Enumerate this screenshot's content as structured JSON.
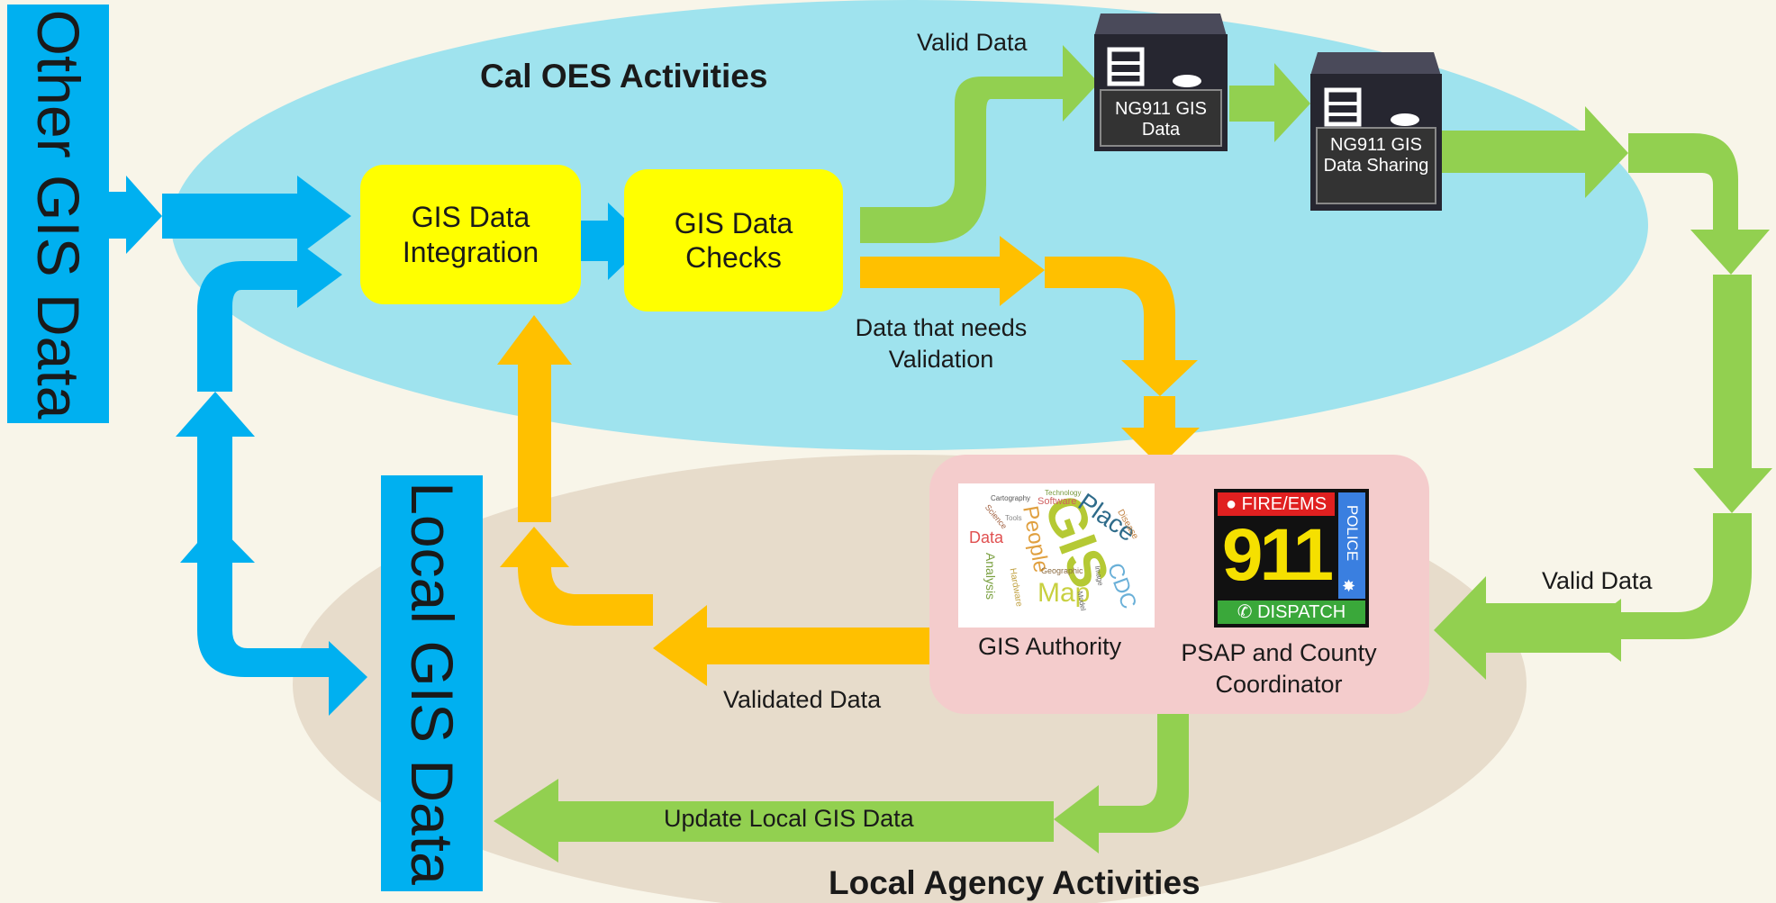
{
  "labels": {
    "other_gis": "Other GIS Data",
    "local_gis": "Local GIS Data",
    "cal_oes": "Cal OES Activities",
    "local_agency": "Local Agency Activities",
    "integration": "GIS Data Integration",
    "checks": "GIS Data Checks",
    "valid_data_top": "Valid Data",
    "needs_validation": "Data that needs Validation",
    "ng911_data": "NG911 GIS Data",
    "ng911_sharing": "NG911 GIS Data Sharing",
    "valid_data_right": "Valid Data",
    "validated_data": "Validated Data",
    "gis_authority": "GIS Authority",
    "psap": "PSAP and County Coordinator",
    "update_local": "Update Local GIS Data"
  },
  "wordcloud": [
    "GIS",
    "Place",
    "People",
    "Map",
    "Data",
    "CDC",
    "Analysis",
    "Software",
    "Cartography",
    "Geographic",
    "Disease",
    "Hardware",
    "Science",
    "Image",
    "Model",
    "Technology",
    "Tools"
  ],
  "badge911": {
    "top": "FIRE/EMS",
    "number": "911",
    "side": "POLICE",
    "bottom": "DISPATCH"
  },
  "colors": {
    "blue": "#00b0f0",
    "green": "#92d050",
    "orange": "#ffc000",
    "yellow": "#ffff00",
    "ellipse_top": "#9fe3ee",
    "ellipse_bottom": "#e7dccb",
    "pink": "#f4cccc"
  }
}
